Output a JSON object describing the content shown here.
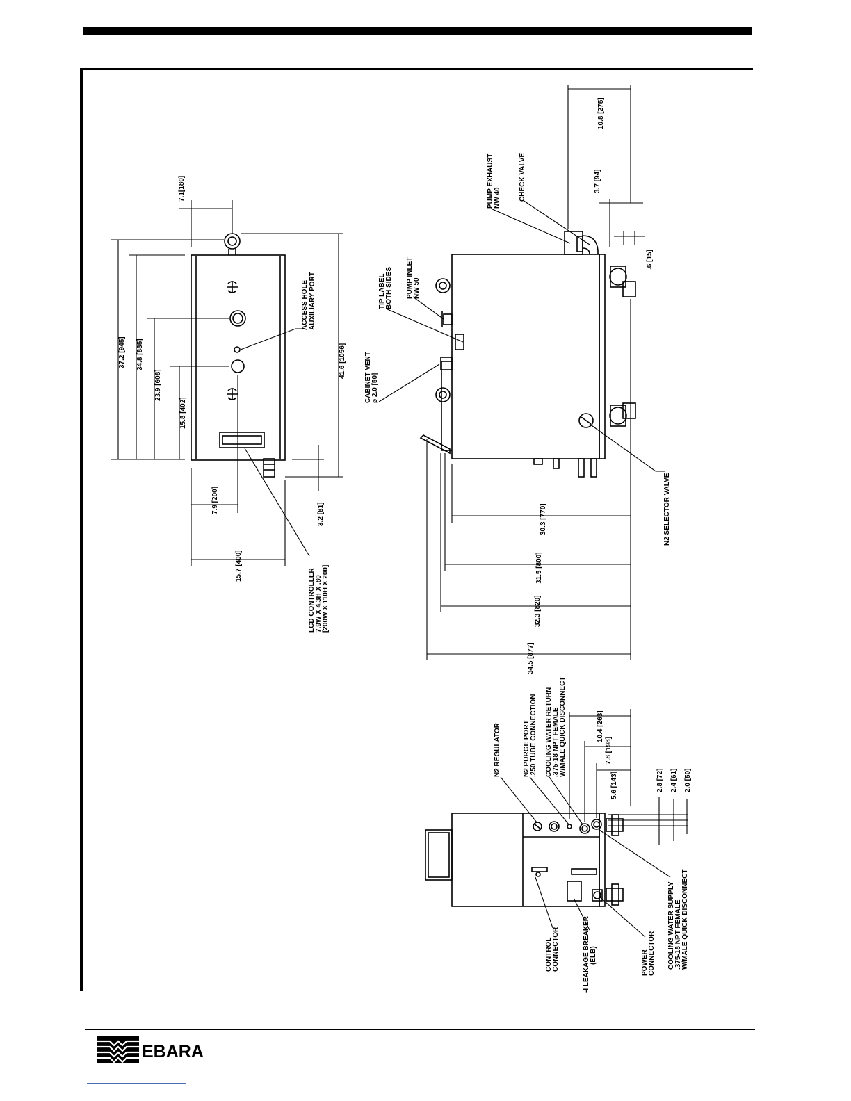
{
  "brand": {
    "name": "EBARA"
  },
  "top_view": {
    "dimensions": [
      "7.1[180]",
      "37.2 [945]",
      "34.8 [885]",
      "23.9 [608]",
      "15.8 [402]",
      "41.6 [1056]",
      "7.9 [200]",
      "3.2 [81]",
      "15.7 [400]"
    ],
    "callouts": {
      "access_hole_1": "ACCESS HOLE",
      "access_hole_2": "AUXILIARY PORT",
      "lcd_1": "LCD CONTROLLER",
      "lcd_2": "7.9W X 4.3H X .80",
      "lcd_3": "[200W X 110H X 200]"
    }
  },
  "side_view": {
    "dimensions": [
      "10.8 [275]",
      "3.7 [94]",
      ".6 [15]",
      "30.3 [770]",
      "31.5 [800]",
      "32.3 [820]",
      "34.5 [877]"
    ],
    "callouts": {
      "pump_exhaust_1": "PUMP EXHAUST",
      "pump_exhaust_2": "NW 40",
      "check_valve": "CHECK VALVE",
      "pump_inlet_1": "PUMP INLET",
      "pump_inlet_2": "NW 50",
      "tip_label_1": "TIP LABEL",
      "tip_label_2": "BOTH SIDES",
      "cabinet_vent_1": "CABINET VENT",
      "cabinet_vent_2": "ø 2.0 [50]",
      "n2_selector_valve": "N2 SELECTOR VALVE"
    }
  },
  "end_view": {
    "dimensions": [
      "10.4 [263]",
      "7.8 [198]",
      "5.6 [143]",
      "2.8 [72]",
      "2.4 [61]",
      "2.0 [50]"
    ],
    "callouts": {
      "n2_regulator": "N2 REGULATOR",
      "n2_purge_1": "N2 PURGE PORT",
      "n2_purge_2": ".250 TUBE CONNECTION",
      "cw_return_1": "COOLING WATER RETURN",
      "cw_return_2": ".375-18 NPT FEMALE",
      "cw_return_3": "W/MALE QUICK DISCONNECT",
      "control_1": "CONTROL",
      "control_2": "CONNECTOR",
      "elb_1": "-I LEAKAGE BREAKER",
      "elb_2": "(ELB)",
      "power_1": "POWER",
      "power_2": "CONNECTOR",
      "cw_supply_1": "COOLING WATER SUPPLY",
      "cw_supply_2": ".375-18 NPT FEMALE",
      "cw_supply_3": "W/MALE QUICK DISCONNECT"
    }
  }
}
